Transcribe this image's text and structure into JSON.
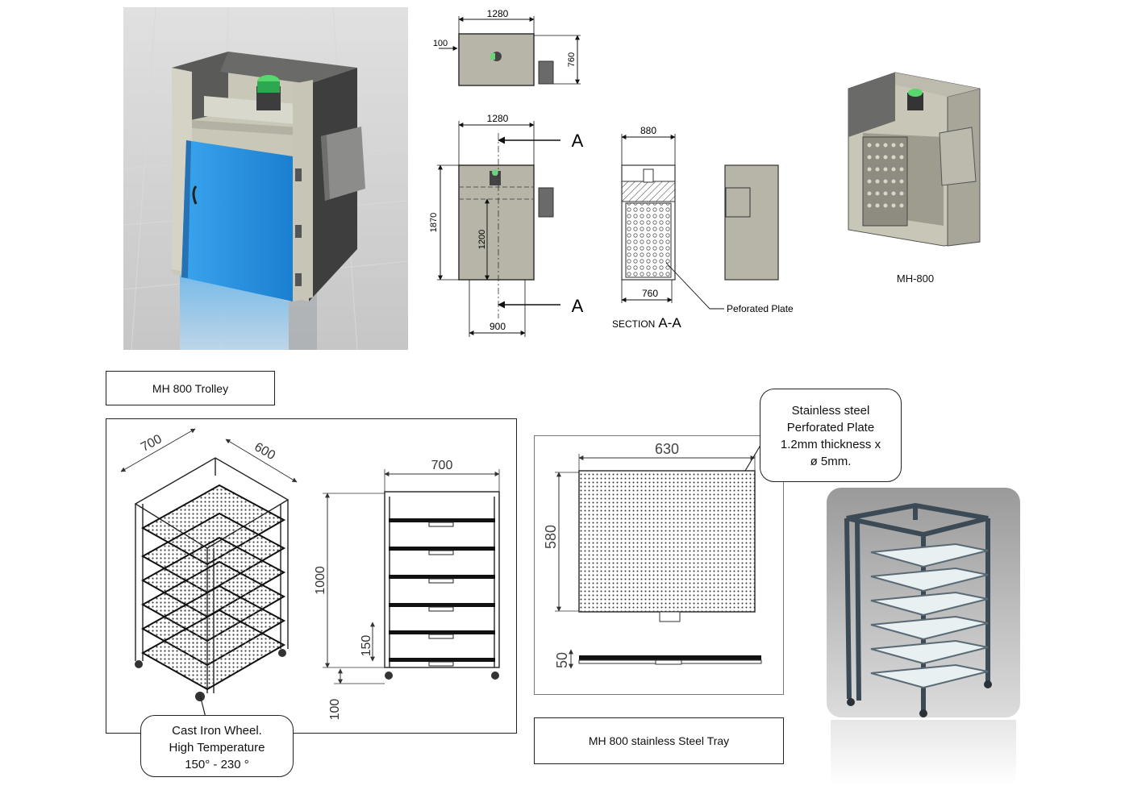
{
  "cabinet_drawing": {
    "top_view": {
      "width": "1280",
      "offset": "100",
      "depth": "760"
    },
    "front_view": {
      "width": "1280",
      "height": "1870",
      "inner_height": "1200",
      "base_width": "900"
    },
    "section_markers": [
      "A",
      "A"
    ],
    "section": {
      "top_width": "880",
      "bottom_width": "760",
      "title_prefix": "SECTION",
      "title_id": "A-A",
      "note": "Peforated Plate"
    },
    "model_label": "MH-800"
  },
  "trolley": {
    "label": "MH 800 Trolley",
    "dims_iso": {
      "width": "700",
      "depth": "600"
    },
    "dims_front": {
      "width": "700",
      "height": "1000",
      "spacing": "150",
      "wheel": "100"
    },
    "wheel_callout": [
      "Cast Iron Wheel.",
      "High Temperature",
      "150° - 230 °"
    ]
  },
  "tray": {
    "label": "MH 800 stainless Steel Tray",
    "dims": {
      "width": "630",
      "depth": "580",
      "height": "50"
    },
    "plate_callout": [
      "Stainless steel",
      "Perforated Plate",
      "1.2mm thickness x",
      "ø 5mm."
    ]
  },
  "colors": {
    "door": "#1e8fe0",
    "cabinet": "#c8c6b6",
    "frame": "#3c4a55",
    "drawing": "#b7b5a8"
  }
}
